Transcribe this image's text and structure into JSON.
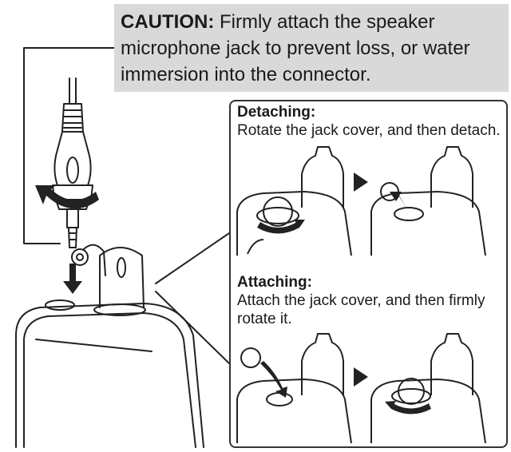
{
  "caution": {
    "label": "CAUTION:",
    "text": " Firmly attach the speaker microphone jack to prevent loss, or water immersion into the connector."
  },
  "detaching": {
    "heading": "Detaching:",
    "text": "Rotate the jack cover, and then detach."
  },
  "attaching": {
    "heading": "Attaching:",
    "text": "Attach the jack cover, and then firmly rotate it."
  }
}
